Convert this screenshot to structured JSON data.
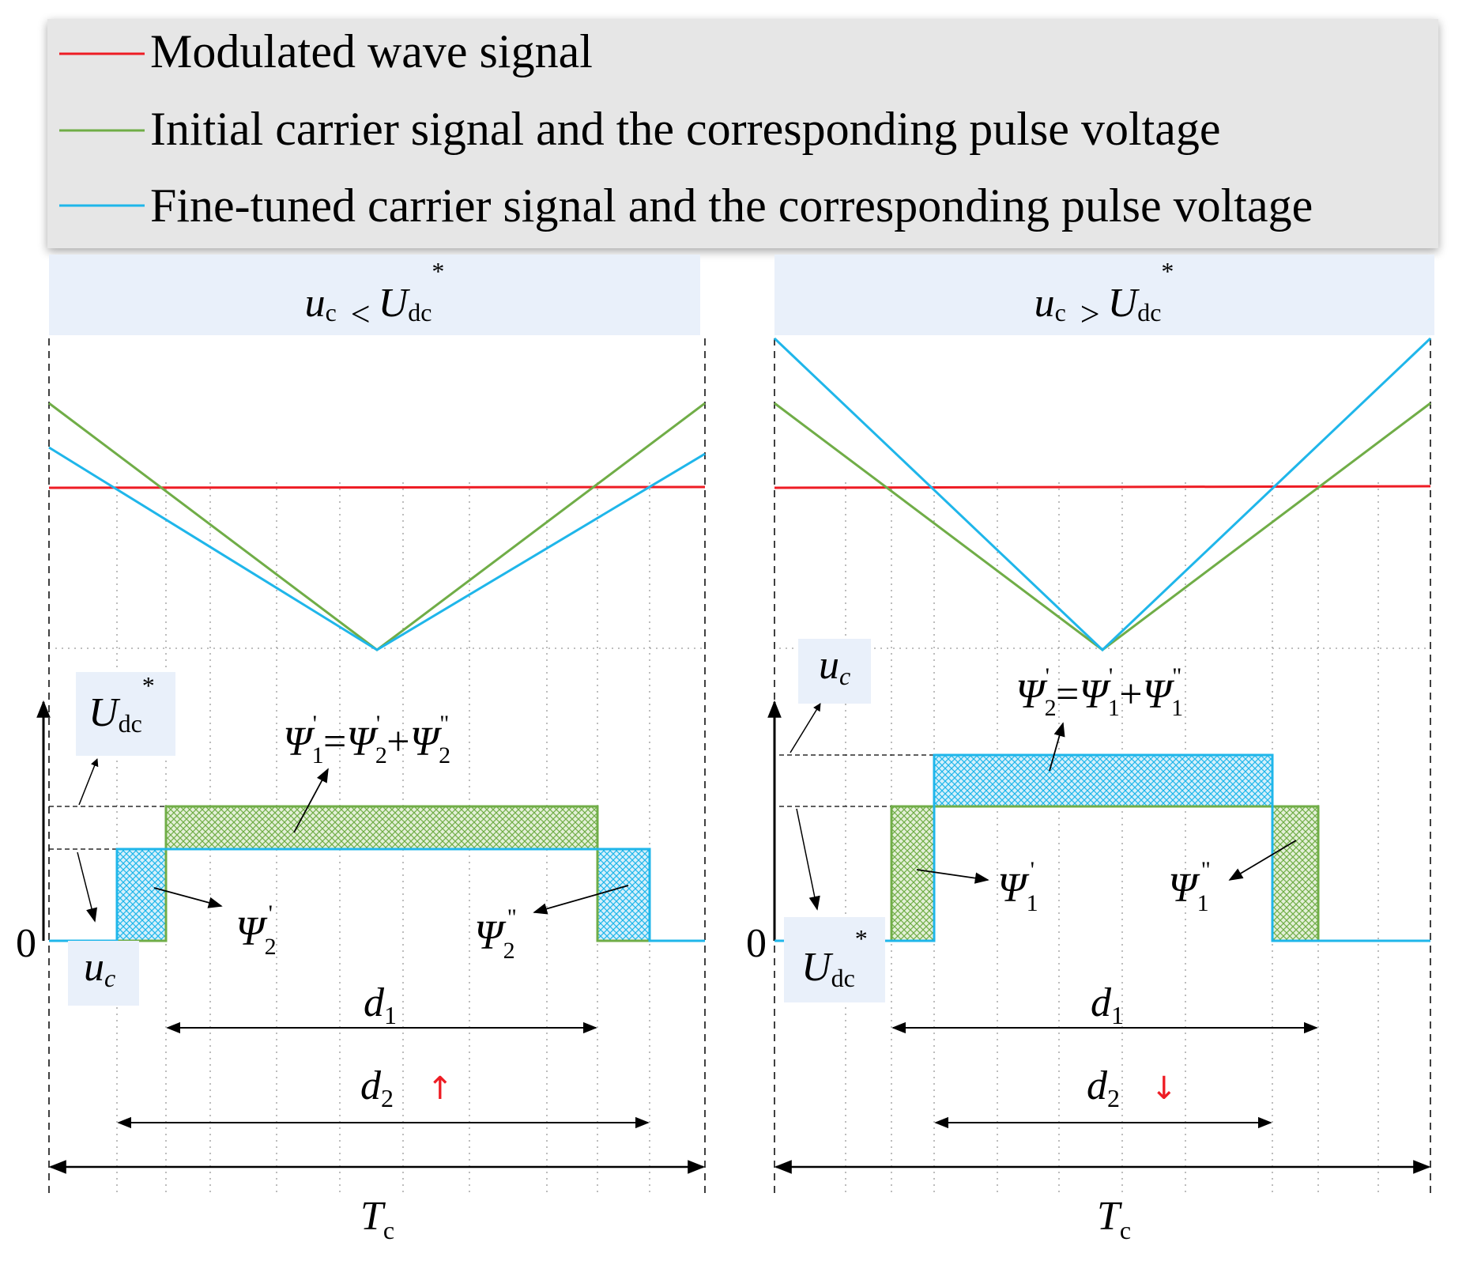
{
  "legend": [
    {
      "label": "Modulated wave signal",
      "color": "#ee1c24"
    },
    {
      "label": "Initial carrier signal and the corresponding pulse voltage",
      "color": "#70ad47"
    },
    {
      "label": "Fine-tuned carrier signal and the corresponding pulse voltage",
      "color": "#1fb6ea"
    }
  ],
  "colors": {
    "modulated": "#ee1c24",
    "initial": "#70ad47",
    "finetuned": "#1fb6ea",
    "header_bg": "#e9f0fa",
    "legend_bg": "#e6e6e6",
    "hatch_green": "#70ad47",
    "hatch_blue": "#1fb6ea",
    "arrow_red": "#ee1c24"
  },
  "panels": {
    "left": {
      "header": {
        "u": "u",
        "u_sub": "c",
        "op": "<",
        "U": "U",
        "U_sub": "dc",
        "U_sup": "*"
      },
      "level_upper": {
        "main": "U",
        "sub": "dc",
        "sup": "*"
      },
      "level_lower": {
        "main": "u",
        "sub": "c"
      },
      "zero": "0",
      "psi_eq": {
        "lhs": "Ψ",
        "lhs_sub": "1",
        "lhs_sup": "'",
        "eq": "=",
        "t1": "Ψ",
        "t1_sub": "2",
        "t1_sup": "'",
        "plus": "+",
        "t2": "Ψ",
        "t2_sub": "2",
        "t2_sup": "\""
      },
      "psi_a": {
        "main": "Ψ",
        "sub": "2",
        "sup": "'"
      },
      "psi_b": {
        "main": "Ψ",
        "sub": "2",
        "sup": "\""
      },
      "d1": {
        "main": "d",
        "sub": "1"
      },
      "d2": {
        "main": "d",
        "sub": "2"
      },
      "d2_arrow": "↑",
      "tc": {
        "main": "T",
        "sub": "c"
      }
    },
    "right": {
      "header": {
        "u": "u",
        "u_sub": "c",
        "op": ">",
        "U": "U",
        "U_sub": "dc",
        "U_sup": "*"
      },
      "level_upper": {
        "main": "u",
        "sub": "c"
      },
      "level_lower": {
        "main": "U",
        "sub": "dc",
        "sup": "*"
      },
      "zero": "0",
      "psi_eq": {
        "lhs": "Ψ",
        "lhs_sub": "2",
        "lhs_sup": "'",
        "eq": "=",
        "t1": "Ψ",
        "t1_sub": "1",
        "t1_sup": "'",
        "plus": "+",
        "t2": "Ψ",
        "t2_sub": "1",
        "t2_sup": "\""
      },
      "psi_a": {
        "main": "Ψ",
        "sub": "1",
        "sup": "'"
      },
      "psi_b": {
        "main": "Ψ",
        "sub": "1",
        "sup": "\""
      },
      "d1": {
        "main": "d",
        "sub": "1"
      },
      "d2": {
        "main": "d",
        "sub": "2"
      },
      "d2_arrow": "↓",
      "tc": {
        "main": "T",
        "sub": "c"
      }
    }
  }
}
